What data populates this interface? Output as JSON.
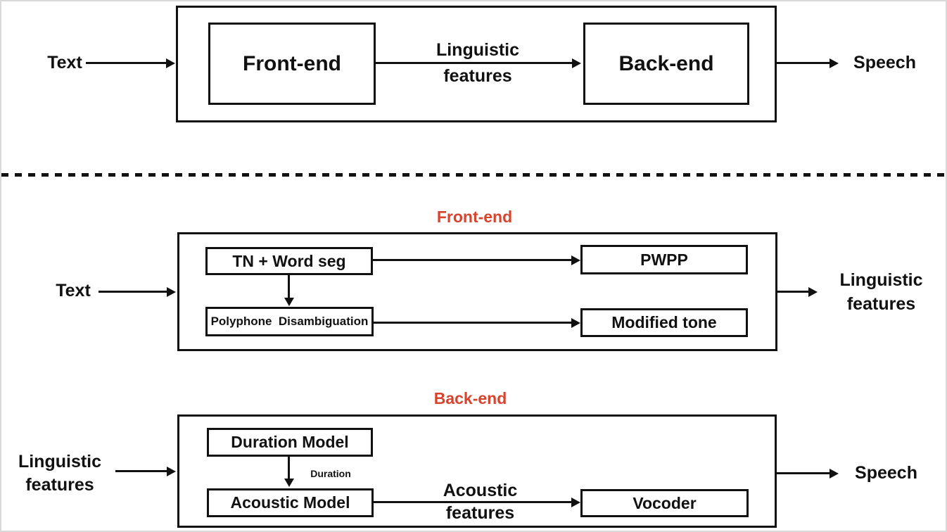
{
  "colors": {
    "accent_red": "#d8432e",
    "diagram_black": "#111111",
    "frame_gray": "#d9d9d9"
  },
  "overview": {
    "input_label": "Text",
    "frontend_box": "Front-end",
    "link_label_line1": "Linguistic",
    "link_label_line2": "features",
    "backend_box": "Back-end",
    "output_label": "Speech"
  },
  "frontend_detail": {
    "title": "Front-end",
    "input_label": "Text",
    "boxes": {
      "tn_word_seg": "TN + Word seg",
      "polyphone": "Polyphone  Disambiguation",
      "pwpp": "PWPP",
      "modified_tone": "Modified tone"
    },
    "output_label_line1": "Linguistic",
    "output_label_line2": "features"
  },
  "backend_detail": {
    "title": "Back-end",
    "input_label_line1": "Linguistic",
    "input_label_line2": "features",
    "boxes": {
      "duration_model": "Duration Model",
      "acoustic_model": "Acoustic Model",
      "vocoder": "Vocoder"
    },
    "duration_arrow_label": "Duration",
    "acoustic_link_line1": "Acoustic",
    "acoustic_link_line2": "features",
    "output_label": "Speech"
  }
}
